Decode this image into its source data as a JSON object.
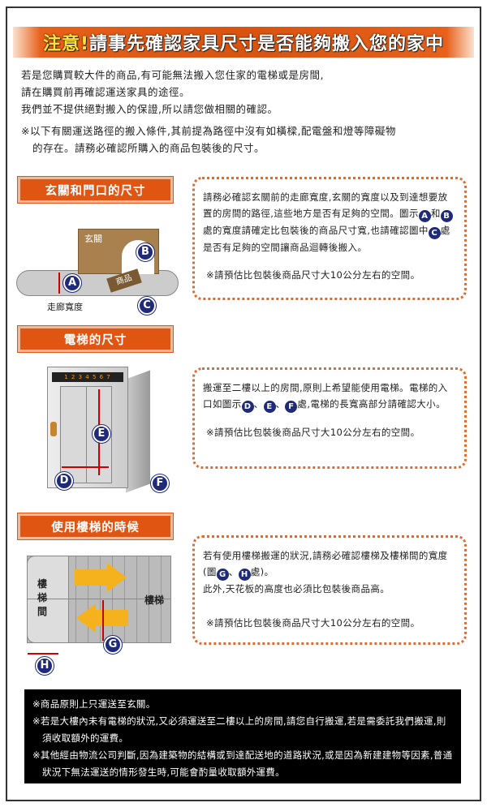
{
  "banner": {
    "em": "注意!",
    "title": "請事先確認家具尺寸是否能夠搬入您的家中"
  },
  "intro": {
    "lines": [
      "若是您購買較大件的商品,有可能無法搬入您住家的電梯或是房間,",
      "請在購買前再確認運送家具的途徑。",
      "我們並不提供絕對搬入的保證,所以請您做相關的確認。"
    ],
    "note1": "※以下有關運送路徑的搬入條件,其前提為路徑中沒有如橫樑,配電盤和燈等障礙物",
    "note2": "的存在。請務必確認所購入的商品包裝後的尺寸。"
  },
  "sections": [
    {
      "title": "玄關和門口的尺寸",
      "text1": "請務必確認玄關前的走廊寬度,玄關的寬度以及到達想要放置的房間的路徑,這些地方是否有足夠的空間。圖示",
      "a": "A",
      "and": "和",
      "b": "B",
      "text2": "處的寬度請確定比包裝後的商品尺寸寬,也請確認圖中",
      "c": "C",
      "text3": "處是否有足夠的空間讓商品迴轉後搬入。",
      "note": "※請預估比包裝後商品尺寸大10公分左右的空間。",
      "diagram": {
        "entrance": "玄關",
        "product": "商品",
        "corridor": "走廊寬度"
      }
    },
    {
      "title": "電梯的尺寸",
      "text1": "搬運至二樓以上的房間,原則上希望能使用電梯。電梯的入口如圖示",
      "d": "D",
      "e": "E",
      "f": "F",
      "sep": "、",
      "text2": "處,電梯的長寬高部分請確認大小。",
      "note": "※請預估比包裝後商品尺寸大10公分左右的空間。",
      "diagram": {
        "floors": "1 2 3 4 5 6 7"
      }
    },
    {
      "title": "使用樓梯的時候",
      "text1": "若有使用樓梯搬運的狀況,請務必確認樓梯及樓梯間的寬度(圖",
      "g": "G",
      "sep": "、",
      "h": "H",
      "text2": "處)。",
      "text3": "此外,天花板的高度也必須比包裝後商品高。",
      "note": "※請預估比包裝後商品尺寸大10公分左右的空間。",
      "diagram": {
        "landing": "樓梯間",
        "stairs": "樓梯"
      }
    }
  ],
  "footer": [
    "※商品原則上只運送至玄關。",
    "※若是大樓內未有電梯的狀況,又必須運送至二樓以上的房間,請您自行搬運,若是需委託我們搬運,則須收取額外的運費。",
    "※其他經由物流公司判斷,因為建築物的結構或到達配送地的道路狀況,或是因為新建建物等因素,普通狀況下無法運送的情形發生時,可能會酌量收取額外運費。"
  ]
}
